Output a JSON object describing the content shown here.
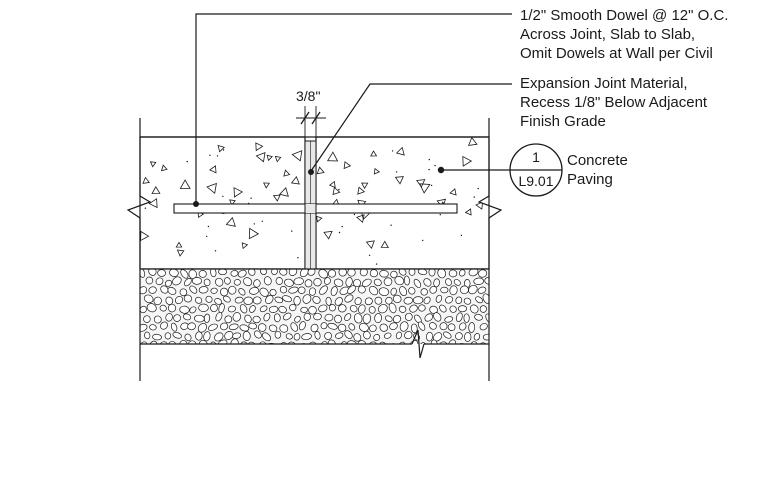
{
  "callouts": {
    "dowel": {
      "lines": [
        "1/2\" Smooth Dowel @ 12\" O.C.",
        "Across Joint, Slab to Slab,",
        "Omit Dowels at Wall per Civil"
      ]
    },
    "expansion_joint": {
      "lines": [
        "Expansion Joint Material,",
        "Recess 1/8\" Below Adjacent",
        "Finish Grade"
      ]
    },
    "concrete_paving": {
      "lines": [
        "Concrete",
        "Paving"
      ]
    }
  },
  "dimension": {
    "joint_width": "3/8\""
  },
  "detail_reference": {
    "number": "1",
    "sheet": "L9.01"
  },
  "colors": {
    "line": "#1a1a1a",
    "background": "#ffffff"
  }
}
